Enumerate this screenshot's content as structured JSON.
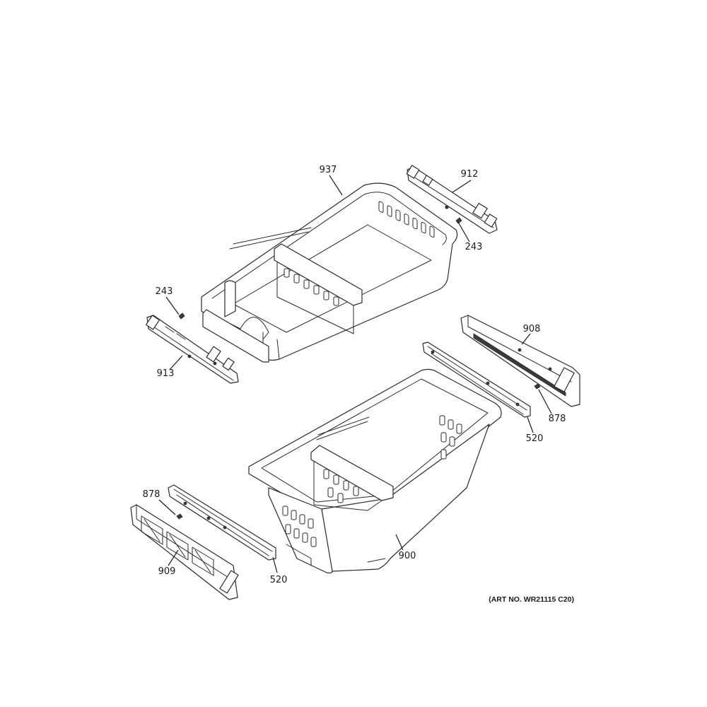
{
  "callouts": {
    "c937": "937",
    "c912": "912",
    "c243_right": "243",
    "c243_left": "243",
    "c913": "913",
    "c908": "908",
    "c878_right": "878",
    "c520_right": "520",
    "c878_left": "878",
    "c909": "909",
    "c520_left": "520",
    "c900": "900"
  },
  "art_number": "(ART NO. WR21115 C20)"
}
